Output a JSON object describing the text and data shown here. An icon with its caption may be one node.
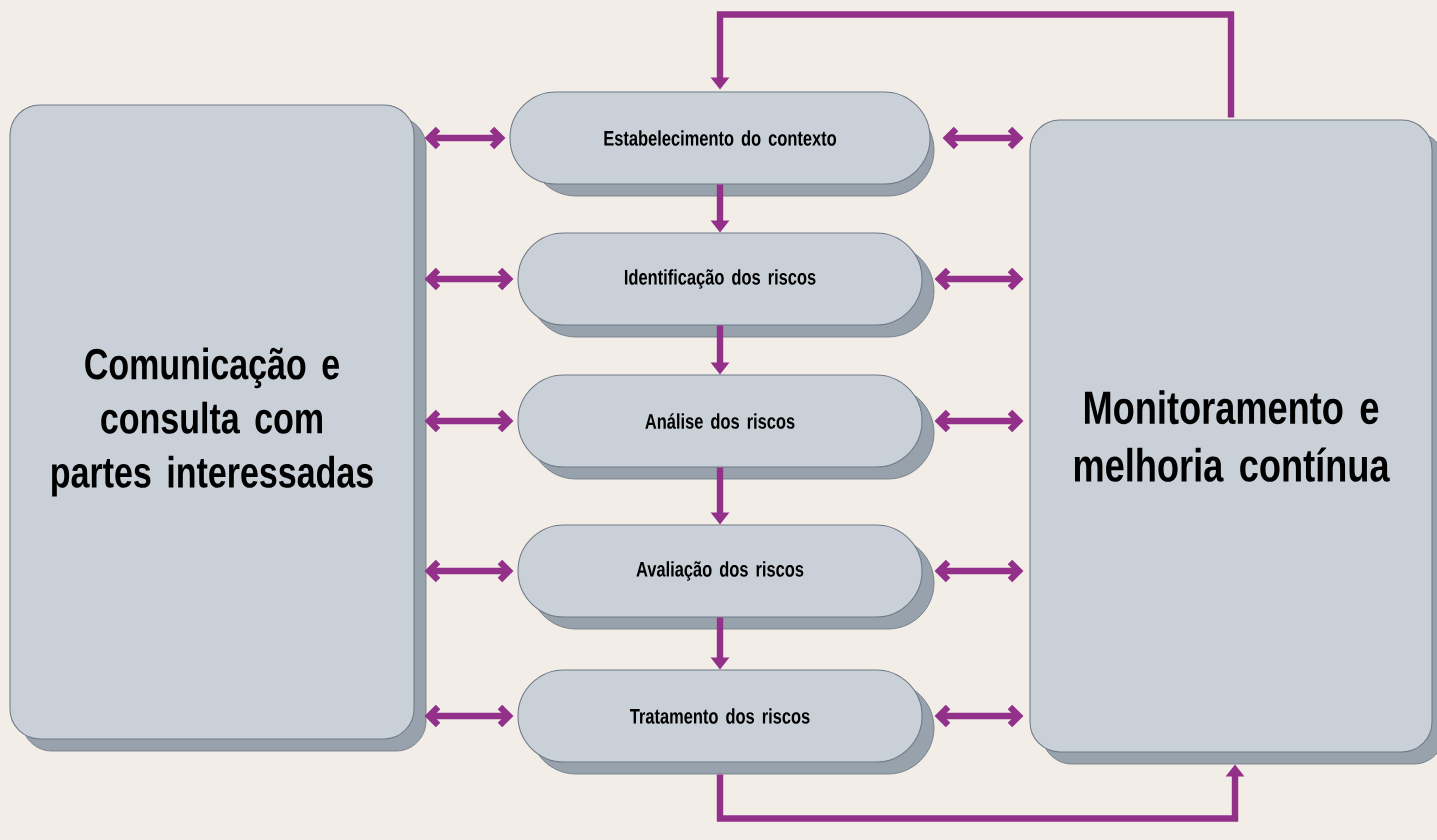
{
  "diagram": {
    "nodes": [
      {
        "text": [
          "Comunicação e consulta com partes interessadas"
        ]
      },
      {
        "text": [
          "Estabelecimento do contexto"
        ]
      },
      {
        "text": [
          "Identificação dos riscos"
        ]
      },
      {
        "text": [
          "Análise dos riscos"
        ]
      },
      {
        "text": [
          "Avaliação dos riscos"
        ]
      },
      {
        "text": [
          "Tratamento dos riscos"
        ]
      },
      {
        "text": [
          "Monitoramento e melhoria contínua"
        ]
      }
    ],
    "edges": [
      {
        "from": 0,
        "to": 1,
        "arrow": "both"
      },
      {
        "from": 0,
        "to": 2,
        "arrow": "both"
      },
      {
        "from": 0,
        "to": 3,
        "arrow": "both"
      },
      {
        "from": 0,
        "to": 4,
        "arrow": "both"
      },
      {
        "from": 0,
        "to": 5,
        "arrow": "both"
      },
      {
        "from": 1,
        "to": 2,
        "arrow": "to"
      },
      {
        "from": 2,
        "to": 3,
        "arrow": "to"
      },
      {
        "from": 3,
        "to": 4,
        "arrow": "to"
      },
      {
        "from": 4,
        "to": 5,
        "arrow": "to"
      },
      {
        "from": 1,
        "to": 6,
        "arrow": "both"
      },
      {
        "from": 2,
        "to": 6,
        "arrow": "both"
      },
      {
        "from": 3,
        "to": 6,
        "arrow": "both"
      },
      {
        "from": 4,
        "to": 6,
        "arrow": "both"
      },
      {
        "from": 5,
        "to": 6,
        "arrow": "both"
      },
      {
        "from": 5,
        "to": 6,
        "arrow": "to"
      },
      {
        "from": 6,
        "to": 1,
        "arrow": "to"
      }
    ]
  }
}
